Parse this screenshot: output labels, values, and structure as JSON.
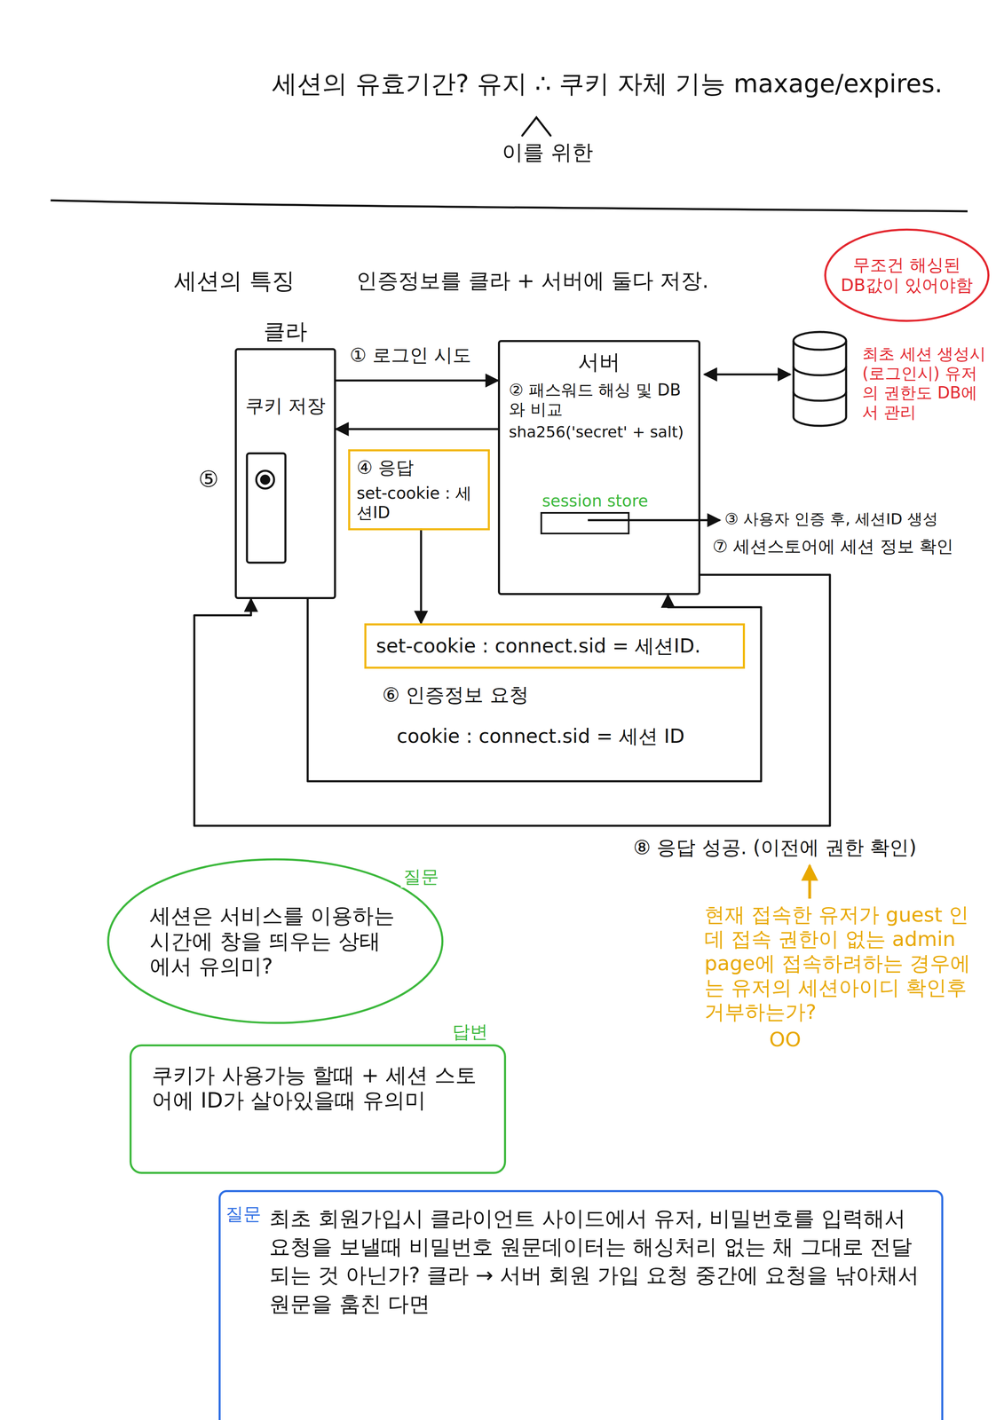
{
  "diagram": {
    "title": "세션의 유효기간? 유지 ∴ 쿠키 자체 기능 maxage/expires.",
    "nodes": [
      {
        "text": [
          "클라",
          "쿠키 저장"
        ]
      },
      {
        "text": [
          "서버",
          "② 패스워드 해싱 및 DB와 비교",
          "sha256('secret' + salt)"
        ]
      },
      {
        "text": [
          "session store"
        ],
        "in": 1
      },
      {
        "text": [
          "무조건 해싱된 DB값이 있어야함"
        ]
      },
      {
        "text": [
          "④ 응답",
          "set-cookie : 세션ID"
        ]
      },
      {
        "text": [
          "set-cookie : connect.sid = 세션ID."
        ]
      },
      {
        "text": [
          "질문",
          "세션은 서비스를 이용하는 시간에 창을 띄우는 상태에서 유의미?"
        ]
      },
      {
        "text": [
          "답변",
          "쿠키가 사용가능 할때 + 세션 스토어에 ID가 살아있을때 유의미"
        ]
      },
      {
        "text": [
          "질문",
          "최초 회원가입시 클라이언트 사이드에서 유저, 비밀번호를 입력해서 요청을 보낼때 비밀번호 원문데이터는 해싱처리 없는 채 그대로 전달 되는 것 아닌가? 클라 → 서버 회원 가입 요청 중간에 요청을 낚아채서 원문을 훔친 다면"
        ]
      }
    ],
    "edges": [
      {
        "from": 0,
        "to": 1,
        "label": "① 로그인 시도",
        "arrow": "to"
      },
      {
        "from": 1,
        "to": 0,
        "arrow": "to"
      },
      {
        "from": 4,
        "to": 5,
        "arrow": "to"
      },
      {
        "from": 0,
        "to": 1,
        "label": "⑥ 인증정보 요청",
        "arrow": "to"
      },
      {
        "from": 1,
        "to": 0,
        "label": "⑧ 응답 성공. (이전에 권한 확인)",
        "arrow": "to"
      }
    ],
    "labels": [
      "이를 위한",
      "세션의 특징",
      "인증정보를 클라 + 서버에 둘다 저장.",
      "⑤",
      "③ 사용자 인증 후, 세션ID 생성",
      "⑦ 세션스토어에 세션 정보 확인",
      "cookie : connect.sid = 세션 ID",
      "최초 세션 생성시 (로그인시) 유저의 권한도 DB에서 관리",
      "현재 접속한 유저가 guest 인데 접속 권한이 없는 admin page에 접속하려하는 경우에는 유저의 세션아이디 확인후 거부하는가?",
      "OO"
    ]
  }
}
